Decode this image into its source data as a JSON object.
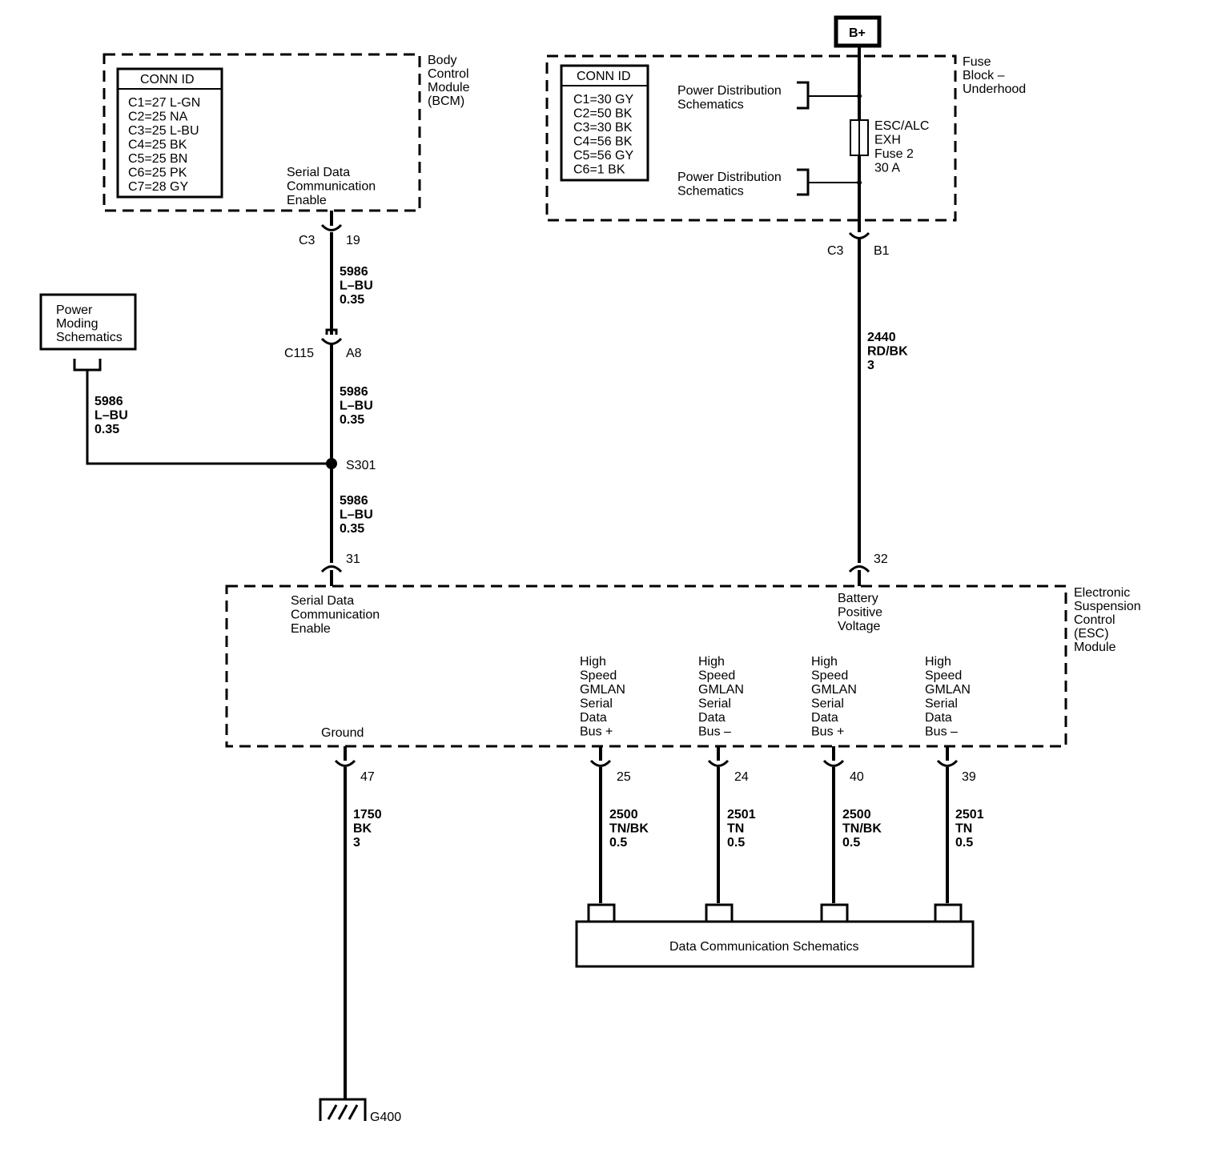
{
  "bcm": {
    "module_lines": [
      "Body",
      "Control",
      "Module",
      "(BCM)"
    ],
    "conn_title": "CONN ID",
    "conn_ids": [
      "C1=27 L-GN",
      "C2=25 NA",
      "C3=25 L-BU",
      "C4=25 BK",
      "C5=25 BN",
      "C6=25 PK",
      "C7=28 GY"
    ],
    "pin_label_lines": [
      "Serial Data",
      "Communication",
      "Enable"
    ],
    "connector": "C3",
    "pin": "19"
  },
  "fuse_block": {
    "battery_label": "B+",
    "module_lines": [
      "Fuse",
      "Block –",
      "Underhood"
    ],
    "conn_title": "CONN ID",
    "conn_ids": [
      "C1=30 GY",
      "C2=50 BK",
      "C3=30 BK",
      "C4=56 BK",
      "C5=56 GY",
      "C6=1 BK"
    ],
    "power_dist_top": [
      "Power Distribution",
      "Schematics"
    ],
    "power_dist_bottom": [
      "Power Distribution",
      "Schematics"
    ],
    "fuse_lines": [
      "ESC/ALC",
      "EXH",
      "Fuse 2",
      "30 A"
    ],
    "connector": "C3",
    "pin": "B1"
  },
  "power_moding": {
    "lines": [
      "Power",
      "Moding",
      "Schematics"
    ]
  },
  "wires": {
    "bcm_to_c115": [
      "5986",
      "L–BU",
      "0.35"
    ],
    "c115_to_s301": [
      "5986",
      "L–BU",
      "0.35"
    ],
    "power_moding": [
      "5986",
      "L–BU",
      "0.35"
    ],
    "s301_to_esc": [
      "5986",
      "L–BU",
      "0.35"
    ],
    "fuse_to_esc": [
      "2440",
      "RD/BK",
      "3"
    ],
    "ground": [
      "1750",
      "BK",
      "3"
    ],
    "bus1": [
      "2500",
      "TN/BK",
      "0.5"
    ],
    "bus2": [
      "2501",
      "TN",
      "0.5"
    ],
    "bus3": [
      "2500",
      "TN/BK",
      "0.5"
    ],
    "bus4": [
      "2501",
      "TN",
      "0.5"
    ]
  },
  "inline": {
    "c115_connector": "C115",
    "c115_pin": "A8",
    "splice": "S301"
  },
  "esc": {
    "module_lines": [
      "Electronic",
      "Suspension",
      "Control",
      "(ESC)",
      "Module"
    ],
    "serial_lines": [
      "Serial Data",
      "Communication",
      "Enable"
    ],
    "serial_pin": "31",
    "battery_lines": [
      "Battery",
      "Positive",
      "Voltage"
    ],
    "battery_pin": "32",
    "ground_label": "Ground",
    "ground_pin": "47",
    "bus1_lines": [
      "High",
      "Speed",
      "GMLAN",
      "Serial",
      "Data",
      "Bus +"
    ],
    "bus1_pin": "25",
    "bus2_lines": [
      "High",
      "Speed",
      "GMLAN",
      "Serial",
      "Data",
      "Bus –"
    ],
    "bus2_pin": "24",
    "bus3_lines": [
      "High",
      "Speed",
      "GMLAN",
      "Serial",
      "Data",
      "Bus +"
    ],
    "bus3_pin": "40",
    "bus4_lines": [
      "High",
      "Speed",
      "GMLAN",
      "Serial",
      "Data",
      "Bus –"
    ],
    "bus4_pin": "39"
  },
  "data_comm": {
    "label": "Data Communication Schematics"
  },
  "ground_point": {
    "label": "G400"
  }
}
